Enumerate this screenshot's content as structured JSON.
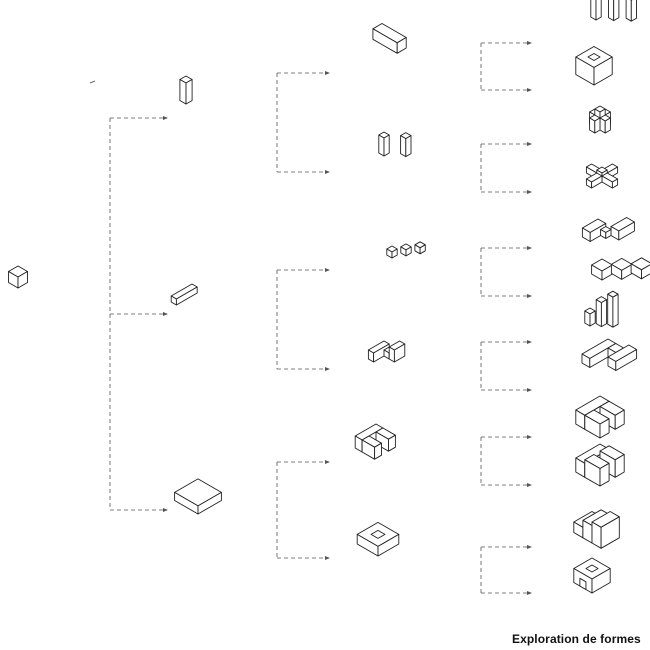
{
  "caption": "Exploration de formes",
  "diagram": {
    "type": "tree",
    "connector_style": "dashed",
    "levels": [
      [
        "cube"
      ],
      [
        "tall-prism",
        "long-prism",
        "flat-slab"
      ],
      [
        "horizontal-block",
        "twin-towers",
        "stepped-cubes",
        "interlocked-blocks",
        "c-shape",
        "square-ring"
      ],
      [
        "triple-towers",
        "hollow-block",
        "cross-stack",
        "cross-spread",
        "zigzag-cubes",
        "ring-cluster",
        "tower-cluster",
        "serpentine-blocks",
        "angled-c-slab",
        "tapered-c-block",
        "stepped-wedge",
        "arch-block"
      ]
    ]
  }
}
